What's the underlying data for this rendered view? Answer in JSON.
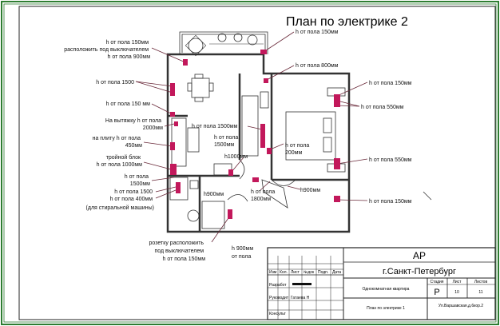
{
  "title": "План по электрике 2",
  "annotations": [
    {
      "id": "a1",
      "lines": [
        "h от пола 150мм",
        "расположить под выключателем",
        "h от пола 900мм"
      ]
    },
    {
      "id": "a2",
      "lines": [
        "h от пола 150мм"
      ]
    },
    {
      "id": "a3",
      "lines": [
        "h от пола 800мм"
      ]
    },
    {
      "id": "a4",
      "lines": [
        "h от пола 1500"
      ]
    },
    {
      "id": "a5",
      "lines": [
        "h от пола 150мм"
      ]
    },
    {
      "id": "a6",
      "lines": [
        "h от пола 150 мм"
      ]
    },
    {
      "id": "a7",
      "lines": [
        "h от пола 550мм"
      ]
    },
    {
      "id": "a8",
      "lines": [
        "На вытяжку h от пола",
        "2000мм"
      ]
    },
    {
      "id": "a9",
      "lines": [
        "h от пола 1500мм"
      ]
    },
    {
      "id": "a10",
      "lines": [
        "на плиту h от пола",
        "450мм"
      ]
    },
    {
      "id": "a11",
      "lines": [
        "h от пола",
        "1500мм"
      ]
    },
    {
      "id": "a12",
      "lines": [
        "h от пола",
        "200мм"
      ]
    },
    {
      "id": "a13",
      "lines": [
        "тройной блок",
        "h от пола 1000мм"
      ]
    },
    {
      "id": "a14",
      "lines": [
        "h1000мм"
      ]
    },
    {
      "id": "a15",
      "lines": [
        "h от пола 550мм"
      ]
    },
    {
      "id": "a16",
      "lines": [
        "h от пола",
        "1500мм"
      ]
    },
    {
      "id": "a17",
      "lines": [
        "h от пола 1500",
        "h от пола 400мм",
        "(для стиральной машины)"
      ]
    },
    {
      "id": "a18",
      "lines": [
        "h900мм"
      ]
    },
    {
      "id": "a19",
      "lines": [
        "h от пола",
        "1800мм"
      ]
    },
    {
      "id": "a20",
      "lines": [
        "h900мм"
      ]
    },
    {
      "id": "a21",
      "lines": [
        "h от пола 150мм"
      ]
    },
    {
      "id": "a22",
      "lines": [
        "розетку расположить",
        "под выключателем",
        "h от пола 150мм"
      ]
    },
    {
      "id": "a23",
      "lines": [
        "h 900мм",
        "от пола"
      ]
    }
  ],
  "stamp": {
    "project": "АР",
    "city": "г.Санкт-Петербург",
    "columns": [
      "Изм",
      "Кол.",
      "Лист",
      "№док",
      "Подп.",
      "Дата"
    ],
    "roles": [
      "Разработ",
      "Руководит",
      "Консульт"
    ],
    "person": "Гатаева Н",
    "object": "Однокомнатная квартира",
    "stage_header": "Стадия",
    "sheet_header": "Лист",
    "sheets_header": "Листов",
    "stage": "Р",
    "sheet": "10",
    "sheets": "11",
    "drawing": "План по электрике 1",
    "address": "Ул.Варшавская,д.6кор.2"
  },
  "colors": {
    "frame": "#2e7d32",
    "marks": "#c2185b",
    "walls": "#333333"
  }
}
